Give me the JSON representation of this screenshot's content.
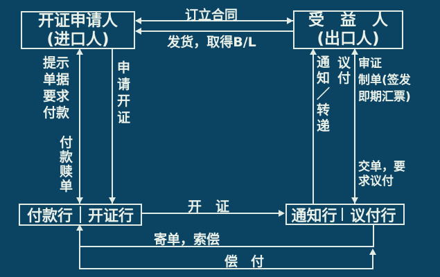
{
  "diagram": {
    "colors": {
      "background": "#0b4363",
      "line": "#e3ece4",
      "text": "#eaf1e9"
    },
    "nodes": {
      "applicant": "开证申请人\n(进口人)",
      "beneficiary": "受　益　人\n(出口人)",
      "paying_bank": "付款行",
      "issuing_bank": "开证行",
      "advising_bank": "通知行",
      "negotiating_bank": "议付行"
    },
    "labels": {
      "contract": "订立合同",
      "ship_goods": "发货，取得B/L",
      "present_docs": "提示\n单据\n要求\n付款",
      "pay_redeem": "付\n款\n赎\n单",
      "apply_issue": "申\n请\n开\n证",
      "notify_forward": "通\n知\n／\n转\n递",
      "negotiate": "议\n付",
      "examine_prepare": "审证\n制单(签发\n即期汇票)",
      "present_request": "交单，要\n求议付",
      "issue_lc": "开　证",
      "send_docs_claim": "寄单，索偿",
      "reimburse": "偿　付"
    }
  }
}
